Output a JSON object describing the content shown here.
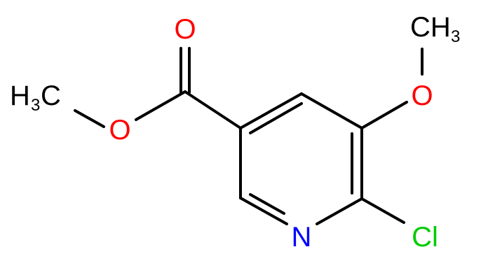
{
  "molecule": {
    "colors": {
      "carbon": "#000000",
      "oxygen": "#ff0000",
      "nitrogen": "#0000ff",
      "chlorine": "#00cc00"
    },
    "labels": {
      "ester_carbonyl_o": "O",
      "ester_ether_o": "O",
      "ester_methyl_main": "H",
      "ester_methyl_sub": "3",
      "ester_methyl_c": "C",
      "methoxy_o": "O",
      "methoxy_ch3_main": "CH",
      "methoxy_ch3_sub": "3",
      "ring_n": "N",
      "chloro": "Cl"
    }
  }
}
